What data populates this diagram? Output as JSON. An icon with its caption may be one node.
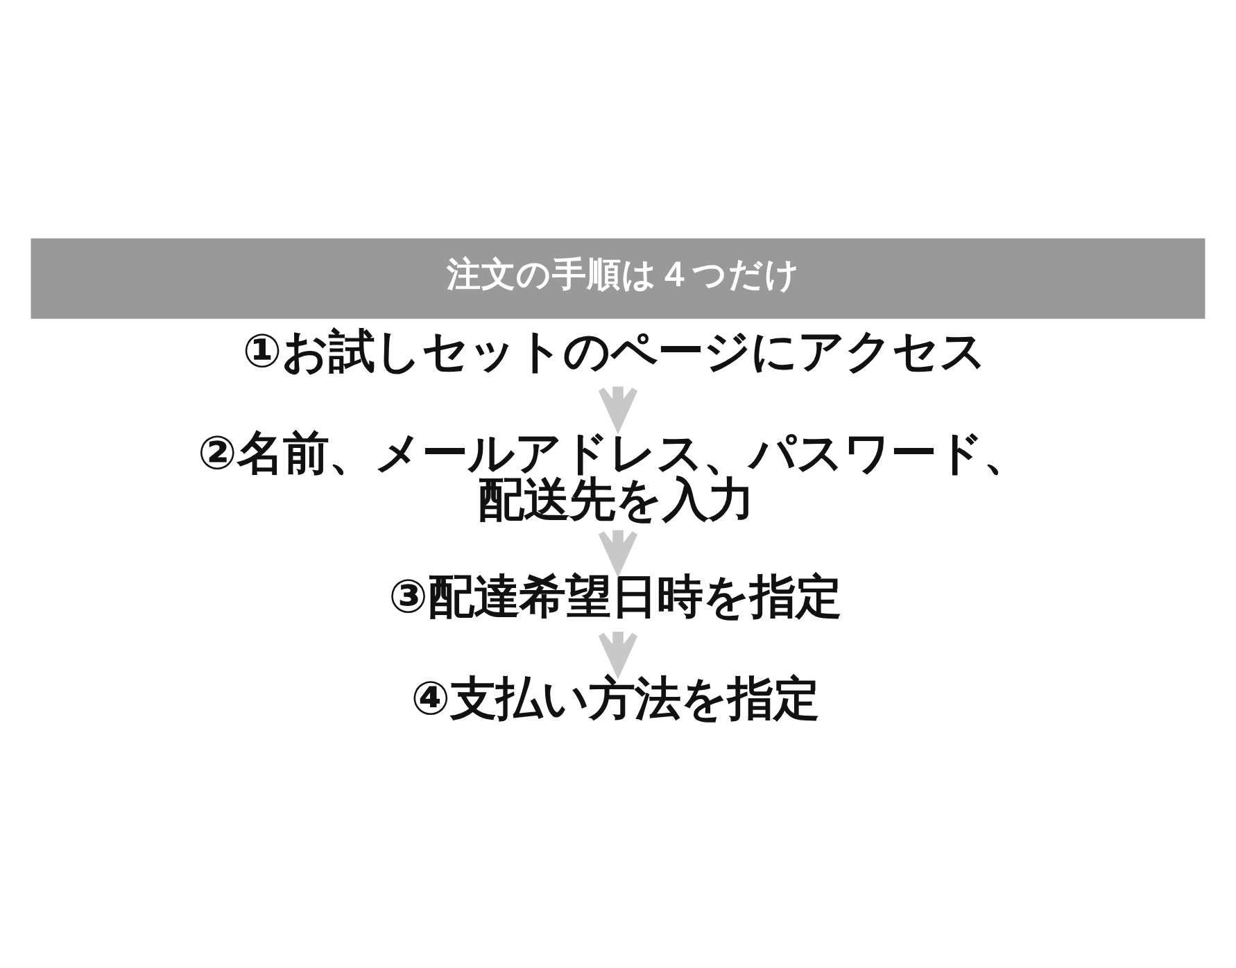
{
  "diagram": {
    "title": "注文の手順は４つだけ",
    "nodes": [
      {
        "text": [
          "①お試しセットのページにアクセス"
        ]
      },
      {
        "text": [
          "②名前、メールアドレス、パスワード、配送先を入力"
        ]
      },
      {
        "text": [
          "③配達希望日時を指定"
        ]
      },
      {
        "text": [
          "④支払い方法を指定"
        ]
      }
    ],
    "edges": [
      {
        "from": 0,
        "to": 1,
        "arrow": "to"
      },
      {
        "from": 1,
        "to": 2,
        "arrow": "to"
      },
      {
        "from": 2,
        "to": 3,
        "arrow": "to"
      }
    ]
  }
}
